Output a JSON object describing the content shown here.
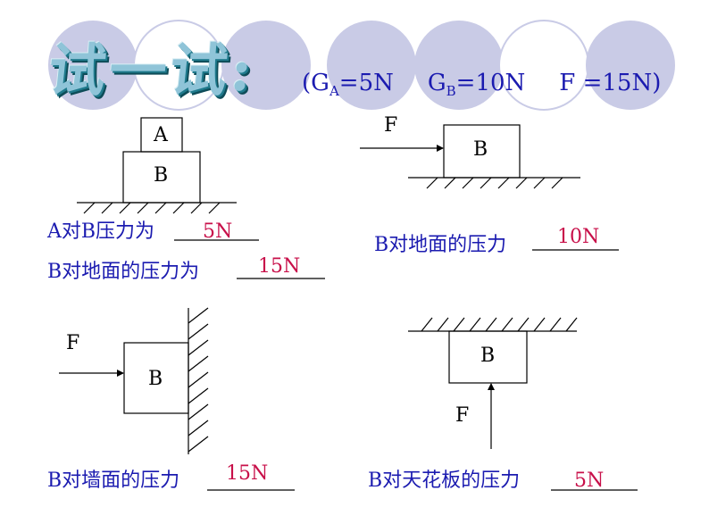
{
  "title": "试一试:",
  "formula": {
    "open": "(",
    "ga_g": "G",
    "ga_sub": "A",
    "ga_val": "=5N",
    "gb_g": "G",
    "gb_sub": "B",
    "gb_val": "=10N",
    "f": "F =15N",
    "close": ")"
  },
  "panel1": {
    "block_a": "A",
    "block_b": "B",
    "q1": "A对B压力为",
    "a1": "5N",
    "q2": "B对地面的压力为",
    "a2": "15N"
  },
  "panel2": {
    "force": "F",
    "block": "B",
    "question": "B对地面的压力",
    "answer": "10N"
  },
  "panel3": {
    "force": "F",
    "block": "B",
    "question": "B对墙面的压力",
    "answer": "15N"
  },
  "panel4": {
    "force": "F",
    "block": "B",
    "question": "B对天花板的压力",
    "answer": "5N"
  },
  "colors": {
    "circles": "#c9cbe6",
    "question_text": "#1b1bb0",
    "answer_text": "#c8104a",
    "title_face": "#8fc4d8"
  }
}
